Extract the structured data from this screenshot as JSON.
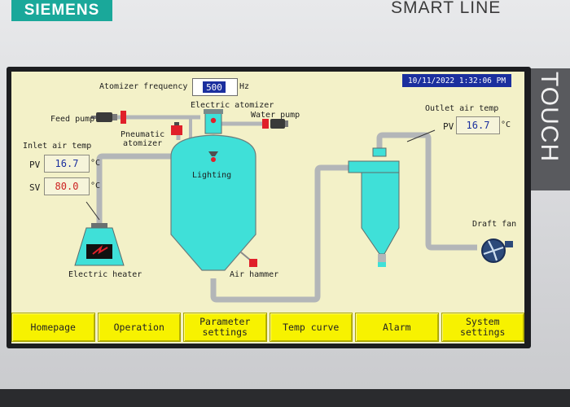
{
  "device": {
    "brand": "SIEMENS",
    "product_line": "SMART LINE",
    "side_label": "TOUCH"
  },
  "screen": {
    "datetime": "10/11/2022 1:32:06 PM",
    "atomizer_frequency": {
      "label": "Atomizer frequency",
      "value": "500",
      "unit": "Hz"
    },
    "labels": {
      "electric_atomizer": "Electric atomizer",
      "feed_pump": "Feed pump",
      "water_pump": "Water pump",
      "pneumatic_atomizer": "Pneumatic\natomizer",
      "lighting": "Lighting",
      "air_hammer": "Air hammer",
      "electric_heater": "Electric heater",
      "draft_fan": "Draft fan"
    },
    "inlet_air_temp": {
      "title": "Inlet air temp",
      "pv_label": "PV",
      "pv_value": "16.7",
      "sv_label": "SV",
      "sv_value": "80.0",
      "unit": "°C"
    },
    "outlet_air_temp": {
      "title": "Outlet air temp",
      "pv_label": "PV",
      "pv_value": "16.7",
      "unit": "°C"
    },
    "nav": [
      {
        "label": "Homepage"
      },
      {
        "label": "Operation"
      },
      {
        "label": "Parameter\nsettings"
      },
      {
        "label": "Temp curve"
      },
      {
        "label": "Alarm"
      },
      {
        "label": "System\nsettings"
      }
    ]
  },
  "colors": {
    "screen_bg": "#f3f1c8",
    "vessel": "#3fe0d8",
    "pipe": "#b3b6b8",
    "nav_button": "#f7f200",
    "datetime_bg": "#1b2f9e",
    "sv_value": "#cc2020",
    "pv_value": "#1b2f9e",
    "brand": "#1aa89a"
  }
}
